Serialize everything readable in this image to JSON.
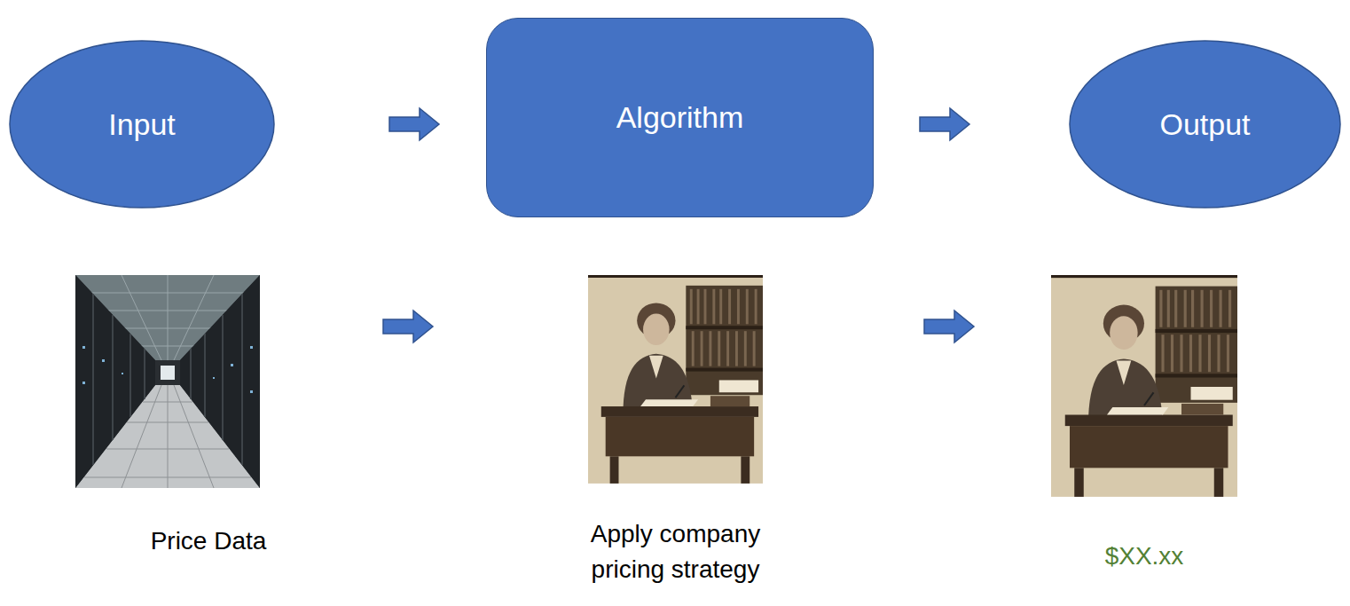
{
  "diagram": {
    "nodes": [
      {
        "text": [
          "Input"
        ]
      },
      {
        "text": [
          "Algorithm"
        ]
      },
      {
        "text": [
          "Output"
        ]
      },
      {
        "text": [
          "Price Data"
        ]
      },
      {
        "text": [
          "Apply company pricing strategy"
        ]
      },
      {
        "text": [
          "$XX.xx"
        ]
      }
    ],
    "edges": [
      {
        "from": 0,
        "to": 1,
        "arrow": "to"
      },
      {
        "from": 1,
        "to": 2,
        "arrow": "to"
      },
      {
        "from": 3,
        "to": 4,
        "arrow": "to"
      },
      {
        "from": 4,
        "to": 5,
        "arrow": "to"
      }
    ]
  }
}
